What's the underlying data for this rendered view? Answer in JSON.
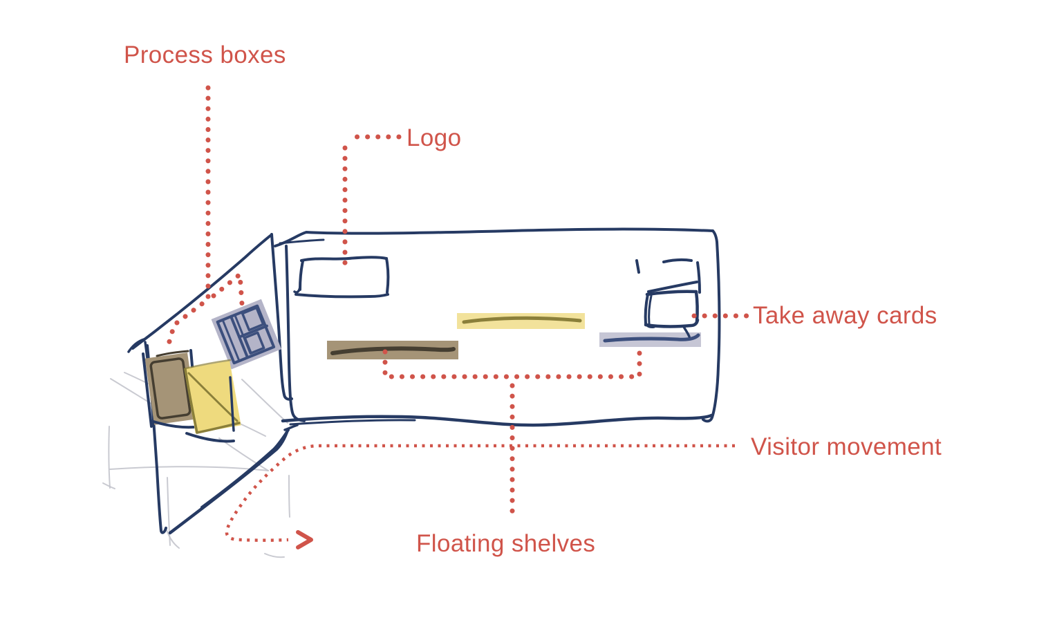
{
  "diagram": {
    "type": "annotated-sketch",
    "labels": {
      "process_boxes": "Process boxes",
      "logo": "Logo",
      "take_away_cards": "Take away cards",
      "visitor_movement": "Visitor movement",
      "floating_shelves": "Floating shelves"
    },
    "colors": {
      "annotation_red": "#d0544a",
      "ink_navy": "#263a63",
      "ink_navy_light": "#3c4f7d",
      "pencil_gray": "#c3c4cc",
      "shelf_brown": "#a59477",
      "shelf_brown_stroke": "#453e31",
      "shelf_yellow": "#f2e29b",
      "shelf_yellow_stroke": "#6e6537",
      "box_yellow": "#eeda7e",
      "box_yellow_stroke": "#8a7f3a",
      "shelf_lavender": "#c6c6d5",
      "box_lavender": "#b4b4c8",
      "background": "#ffffff"
    }
  }
}
